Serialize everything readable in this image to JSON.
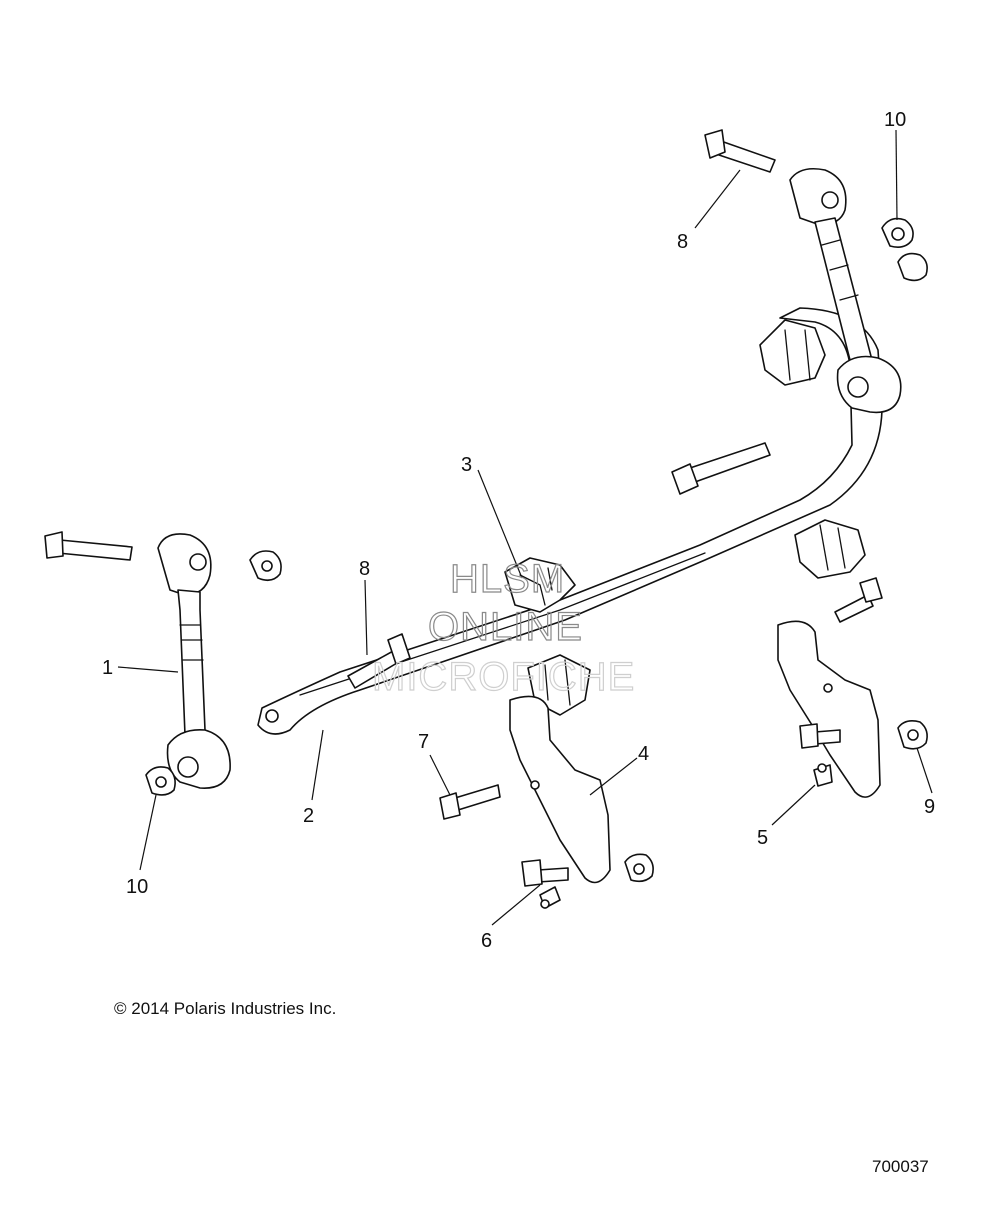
{
  "callouts": {
    "c1": "1",
    "c2": "2",
    "c3": "3",
    "c4": "4",
    "c5": "5",
    "c6": "6",
    "c7": "7",
    "c8_top": "8",
    "c8_mid": "8",
    "c9": "9",
    "c10_top": "10",
    "c10_bottom": "10"
  },
  "watermark": {
    "line1": "HLSM",
    "line2": "ONLINE",
    "line3": "MICROFICHE"
  },
  "copyright": "© 2014 Polaris Industries Inc.",
  "figure_number": "700037"
}
